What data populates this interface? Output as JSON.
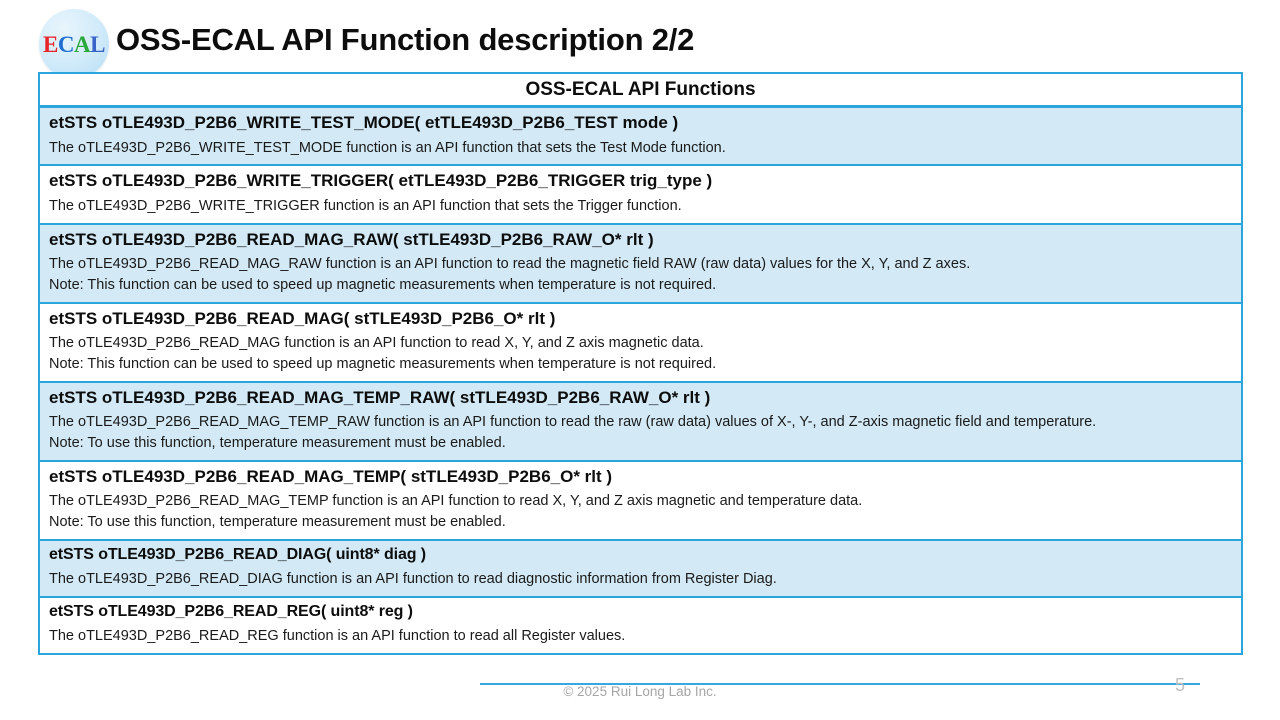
{
  "header": {
    "logo": {
      "letters": [
        {
          "char": "E",
          "color": "#e8232a"
        },
        {
          "char": "C",
          "color": "#1f6fd0"
        },
        {
          "char": "A",
          "color": "#2aa83c"
        },
        {
          "char": "L",
          "color": "#3a63c8"
        }
      ]
    },
    "title": "OSS-ECAL API Function description 2/2"
  },
  "table": {
    "caption": "OSS-ECAL API Functions",
    "border_color": "#2ba6dd",
    "tint_color": "#d3eaf6",
    "rows": [
      {
        "signature": "etSTS oTLE493D_P2B6_WRITE_TEST_MODE( etTLE493D_P2B6_TEST mode )",
        "description": [
          "The oTLE493D_P2B6_WRITE_TEST_MODE function is an API function that sets the Test Mode function."
        ],
        "tinted": true,
        "condensed": false
      },
      {
        "signature": "etSTS oTLE493D_P2B6_WRITE_TRIGGER( etTLE493D_P2B6_TRIGGER trig_type )",
        "description": [
          "The oTLE493D_P2B6_WRITE_TRIGGER function is an API function that sets the Trigger function."
        ],
        "tinted": false,
        "condensed": false
      },
      {
        "signature": "etSTS oTLE493D_P2B6_READ_MAG_RAW( stTLE493D_P2B6_RAW_O* rlt )",
        "description": [
          "The oTLE493D_P2B6_READ_MAG_RAW function is an API function to read the magnetic field RAW (raw data) values for the X, Y, and Z axes.",
          "Note: This function can be used to speed up magnetic measurements when temperature is not required."
        ],
        "tinted": true,
        "condensed": false
      },
      {
        "signature": "etSTS oTLE493D_P2B6_READ_MAG( stTLE493D_P2B6_O* rlt )",
        "description": [
          "The oTLE493D_P2B6_READ_MAG function is an API function to read X, Y, and Z axis magnetic data.",
          "Note: This function can be used to speed up magnetic measurements when temperature is not required."
        ],
        "tinted": false,
        "condensed": false
      },
      {
        "signature": "etSTS oTLE493D_P2B6_READ_MAG_TEMP_RAW( stTLE493D_P2B6_RAW_O* rlt )",
        "description": [
          "The oTLE493D_P2B6_READ_MAG_TEMP_RAW function is an API function to read the raw (raw data) values of X-, Y-, and Z-axis magnetic field and temperature.",
          "Note: To use this function, temperature measurement must be enabled."
        ],
        "tinted": true,
        "condensed": false
      },
      {
        "signature": "etSTS oTLE493D_P2B6_READ_MAG_TEMP( stTLE493D_P2B6_O* rlt )",
        "description": [
          "The oTLE493D_P2B6_READ_MAG_TEMP function is an API function to read X, Y, and Z axis magnetic and temperature data.",
          "Note: To use this function, temperature measurement must be enabled."
        ],
        "tinted": false,
        "condensed": false
      },
      {
        "signature": "etSTS oTLE493D_P2B6_READ_DIAG( uint8* diag )",
        "description": [
          "The oTLE493D_P2B6_READ_DIAG function is an API function to read diagnostic information from Register Diag."
        ],
        "tinted": true,
        "condensed": true
      },
      {
        "signature": "etSTS oTLE493D_P2B6_READ_REG( uint8* reg )",
        "description": [
          "The oTLE493D_P2B6_READ_REG function is an API function to read all Register values."
        ],
        "tinted": false,
        "condensed": true
      }
    ]
  },
  "footer": {
    "copyright": "© 2025 Rui Long Lab Inc.",
    "page_number": "5"
  }
}
